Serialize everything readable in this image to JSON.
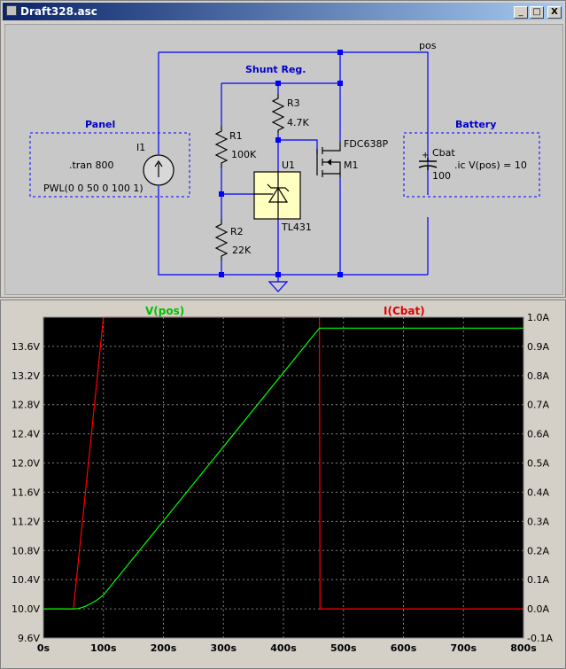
{
  "window": {
    "title": "Draft328.asc",
    "buttons": {
      "minimize": "_",
      "restore": "□",
      "close": "X"
    }
  },
  "schematic": {
    "net_labels": {
      "pos": "pos"
    },
    "comments": {
      "shunt": "Shunt Reg.",
      "panel": "Panel",
      "battery": "Battery"
    },
    "components": {
      "i1": {
        "name": "I1",
        "value": "PWL(0 0 50 0 100 1)"
      },
      "r1": {
        "name": "R1",
        "value": "100K"
      },
      "r2": {
        "name": "R2",
        "value": "22K"
      },
      "r3": {
        "name": "R3",
        "value": "4.7K"
      },
      "u1": {
        "name": "U1",
        "value": "TL431"
      },
      "m1": {
        "name": "M1",
        "value": "FDC638P"
      },
      "cbat": {
        "name": "Cbat",
        "value": "100"
      }
    },
    "directives": {
      "tran": ".tran 800",
      "ic": ".ic V(pos) = 10"
    },
    "colors": {
      "wire": "#0000ff",
      "component": "#000000",
      "comment": "#0000c8",
      "ic_fill": "#ffffc0"
    }
  },
  "plot": {
    "trace_labels": {
      "v": "V(pos)",
      "i": "I(Cbat)"
    },
    "colors": {
      "v": "#00ff00",
      "i": "#ff0000",
      "grid": "#808080",
      "background": "#000000"
    },
    "chart_data": {
      "type": "line",
      "x_ticks": [
        "0s",
        "100s",
        "200s",
        "300s",
        "400s",
        "500s",
        "600s",
        "700s",
        "800s"
      ],
      "y_left_ticks": [
        "9.6V",
        "10.0V",
        "10.4V",
        "10.8V",
        "11.2V",
        "11.6V",
        "12.0V",
        "12.4V",
        "12.8V",
        "13.2V",
        "13.6V"
      ],
      "y_right_ticks": [
        "-0.1A",
        "0.0A",
        "0.1A",
        "0.2A",
        "0.3A",
        "0.4A",
        "0.5A",
        "0.6A",
        "0.7A",
        "0.8A",
        "0.9A",
        "1.0A"
      ],
      "xlim": [
        0,
        800
      ],
      "ylim_left": [
        9.6,
        14.0
      ],
      "ylim_right": [
        -0.1,
        1.0
      ],
      "grid": true,
      "series": [
        {
          "name": "V(pos)",
          "axis": "left",
          "x": [
            0,
            50,
            56,
            62,
            70,
            80,
            90,
            100,
            460,
            465,
            800
          ],
          "y": [
            10.0,
            10.0,
            10.003,
            10.012,
            10.035,
            10.075,
            10.125,
            10.19,
            13.85,
            13.85,
            13.85
          ]
        },
        {
          "name": "I(Cbat)",
          "axis": "right",
          "x": [
            0,
            50,
            100,
            460,
            461,
            800
          ],
          "y": [
            0.0,
            0.0,
            1.0,
            1.0,
            0.0,
            0.0
          ]
        }
      ]
    }
  }
}
